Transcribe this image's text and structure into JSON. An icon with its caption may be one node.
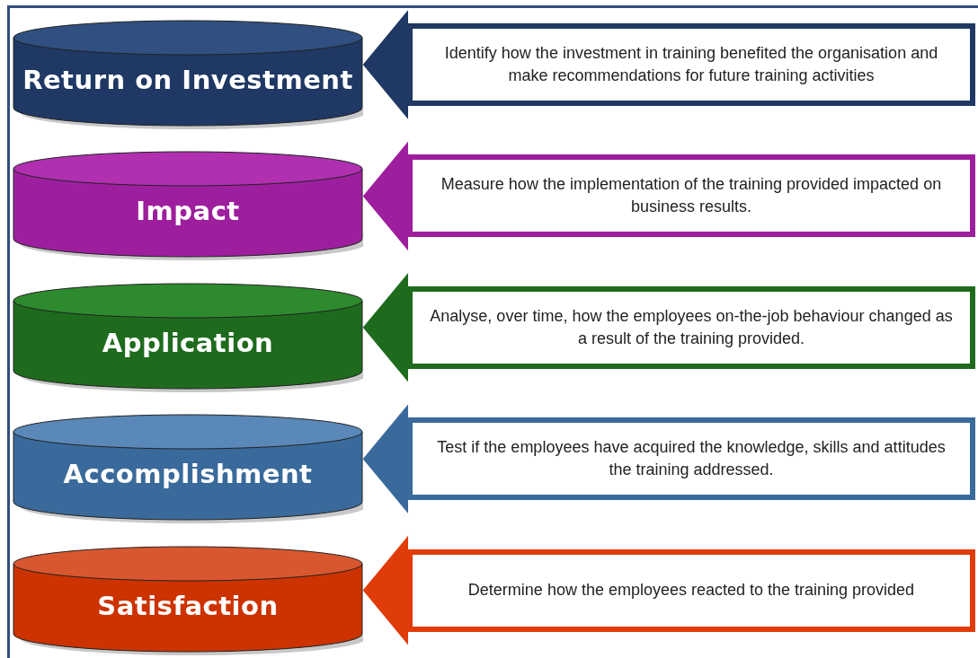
{
  "diagram": {
    "nodes": [
      {
        "text": [
          "Return on Investment"
        ]
      },
      {
        "text": [
          "Identify how the investment in training benefited the organisation and make recommendations for future training activities"
        ]
      },
      {
        "text": [
          "Impact"
        ]
      },
      {
        "text": [
          "Measure how the implementation of the training provided impacted on business results."
        ]
      },
      {
        "text": [
          "Application"
        ]
      },
      {
        "text": [
          "Analyse, over time, how the employees on-the-job behaviour changed as a result of the training provided."
        ]
      },
      {
        "text": [
          "Accomplishment"
        ]
      },
      {
        "text": [
          "Test if the employees have acquired the knowledge, skills and attitudes the training addressed."
        ]
      },
      {
        "text": [
          "Satisfaction"
        ]
      },
      {
        "text": [
          "Determine how the employees reacted to the training provided"
        ]
      }
    ],
    "edges": [
      {
        "from": 1,
        "to": 0,
        "arrow": "to",
        "color": "#1f3864"
      },
      {
        "from": 3,
        "to": 2,
        "arrow": "to",
        "color": "#9e1f9e"
      },
      {
        "from": 5,
        "to": 4,
        "arrow": "to",
        "color": "#1e6b1e"
      },
      {
        "from": 7,
        "to": 6,
        "arrow": "to",
        "color": "#3a6a9b"
      },
      {
        "from": 9,
        "to": 8,
        "arrow": "to",
        "color": "#e03c0a"
      }
    ]
  }
}
